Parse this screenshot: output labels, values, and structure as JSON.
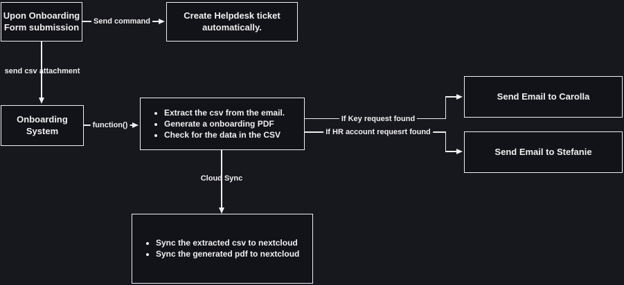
{
  "colors": {
    "background": "#17171e",
    "node_fill": "#121219",
    "node_border": "#f2f2f2",
    "edge": "#f0f0f0",
    "text": "#f0f0f0"
  },
  "nodes": {
    "form_trigger": {
      "line1": "Upon Onboarding",
      "line2": "Form submission"
    },
    "helpdesk": {
      "line1": "Create Helpdesk ticket",
      "line2": "automatically."
    },
    "onboarding_system": {
      "label": "Onboarding System"
    },
    "process": {
      "bullets": [
        "Extract the csv from the email.",
        "Generate a onboarding PDF",
        "Check for the data in the CSV"
      ]
    },
    "email_carolla": {
      "label": "Send Email to Carolla"
    },
    "email_stefanie": {
      "label": "Send Email to Stefanie"
    },
    "nextcloud_sync": {
      "bullets": [
        "Sync the extracted csv to nextcloud",
        "Sync the generated pdf to nextcloud"
      ]
    }
  },
  "edges": {
    "send_command": {
      "label": "Send command"
    },
    "send_csv_attachment": {
      "label": "send csv attachment"
    },
    "function_call": {
      "label": "function()"
    },
    "key_request": {
      "label": "If Key request found"
    },
    "hr_request": {
      "label": "If HR account requesrt found"
    },
    "cloud_sync": {
      "label": "Cloud Sync"
    }
  }
}
